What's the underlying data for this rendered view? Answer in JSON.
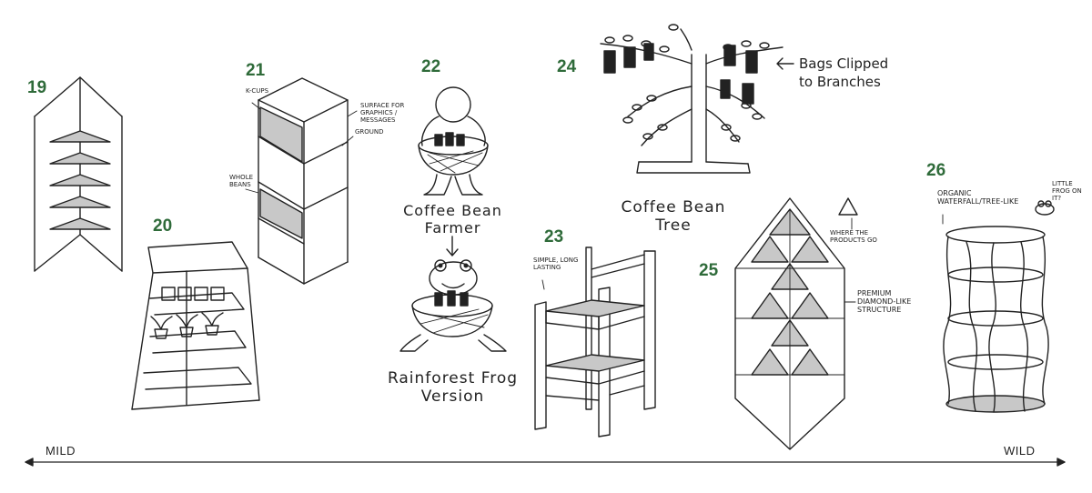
{
  "concepts": [
    {
      "number": "19"
    },
    {
      "number": "20"
    },
    {
      "number": "21",
      "notes": {
        "kcups": "K-CUPS",
        "surface": "SURFACE FOR GRAPHICS / MESSAGES",
        "ground": "GROUND",
        "whole_beans": "WHOLE BEANS"
      }
    },
    {
      "number": "22",
      "caption_top": "Coffee Bean Farmer",
      "caption_bottom": "Rainforest Frog Version"
    },
    {
      "number": "23",
      "note": "SIMPLE, LONG LASTING"
    },
    {
      "number": "24",
      "note": "Bags Clipped to Branches",
      "caption": "Coffee Bean Tree"
    },
    {
      "number": "25",
      "note_products": "WHERE THE PRODUCTS GO",
      "note_premium": "PREMIUM DIAMOND-LIKE STRUCTURE"
    },
    {
      "number": "26",
      "note_organic": "ORGANIC WATERFALL/TREE-LIKE",
      "note_frog": "LITTLE FROG ON IT?"
    }
  ],
  "scale": {
    "left": "MILD",
    "right": "WILD"
  }
}
